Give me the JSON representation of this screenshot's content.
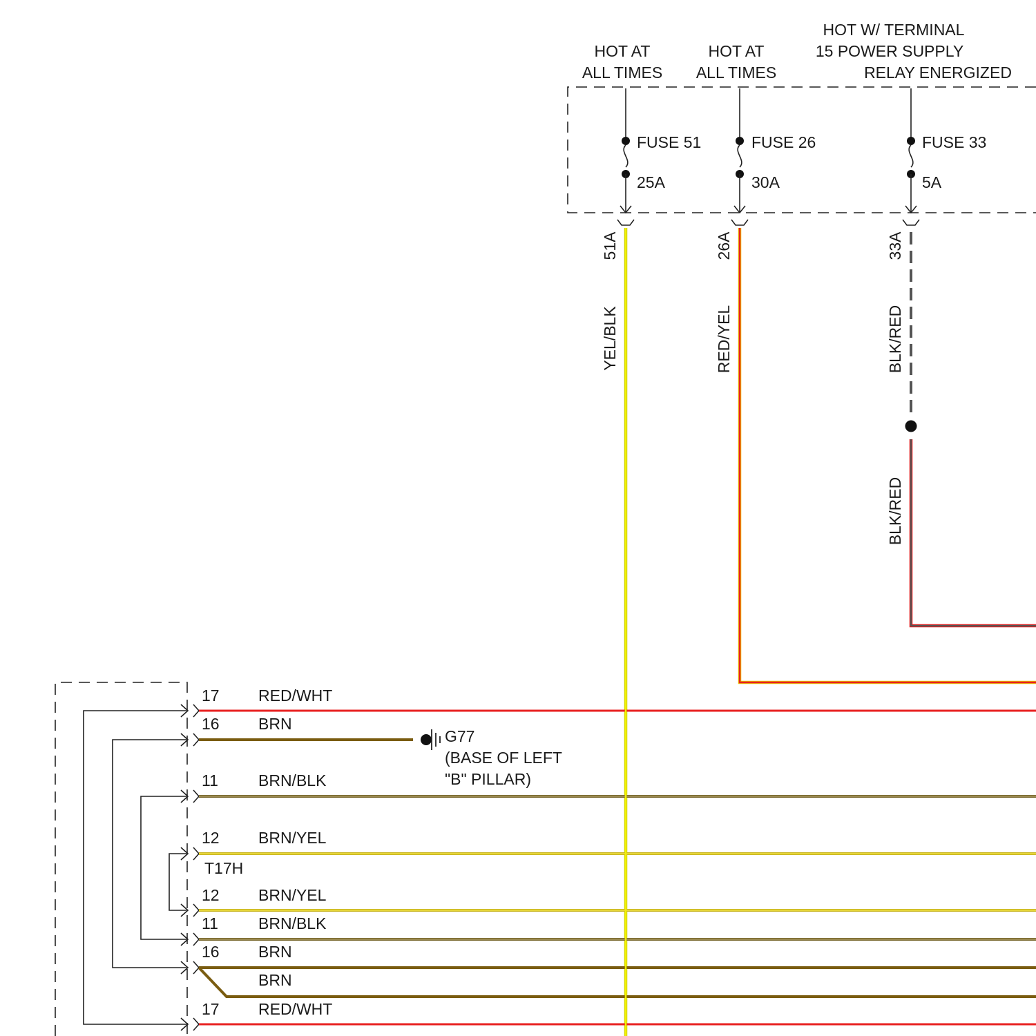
{
  "colors": {
    "yel_blk": "#e8e800",
    "red": "#e82020",
    "brn": "#7a5c10",
    "blk_red_dash": "#5a5a5a",
    "brn_yel": "#d8c820",
    "brn_blk": "#7a6a30",
    "outline": "#222222"
  },
  "supply_labels": {
    "s1_line1": "HOT AT",
    "s1_line2": "ALL TIMES",
    "s2_line1": "HOT AT",
    "s2_line2": "ALL TIMES",
    "s3_line1": "HOT W/ TERMINAL",
    "s3_line2": "15 POWER SUPPLY",
    "s3_line3": "RELAY ENERGIZED"
  },
  "fuses": [
    {
      "name": "FUSE 51",
      "rating": "25A",
      "terminal": "51A",
      "wire_color": "YEL/BLK"
    },
    {
      "name": "FUSE 26",
      "rating": "30A",
      "terminal": "26A",
      "wire_color": "RED/YEL"
    },
    {
      "name": "FUSE 33",
      "rating": "5A",
      "terminal": "33A",
      "wire_color": "BLK/RED",
      "wire_color_lower": "BLK/RED"
    }
  ],
  "connector_pins": [
    {
      "pin": "17",
      "color": "RED/WHT"
    },
    {
      "pin": "16",
      "color": "BRN"
    },
    {
      "pin": "11",
      "color": "BRN/BLK"
    },
    {
      "pin": "12",
      "color": "BRN/YEL"
    },
    {
      "pin": "12",
      "color": "BRN/YEL"
    },
    {
      "pin": "11",
      "color": "BRN/BLK"
    },
    {
      "pin": "16",
      "color": "BRN"
    },
    {
      "pin": "",
      "color": "BRN"
    },
    {
      "pin": "17",
      "color": "RED/WHT"
    }
  ],
  "connector_label": "T17H",
  "ground": {
    "id": "G77",
    "location_line1": "(BASE OF LEFT",
    "location_line2": "\"B\" PILLAR)"
  }
}
